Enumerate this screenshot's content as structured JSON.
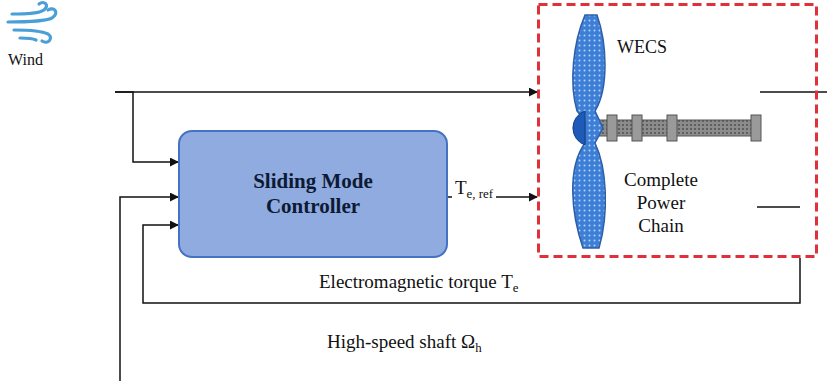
{
  "diagram": {
    "nodes": [
      {
        "text": [
          "Wind"
        ]
      },
      {
        "text": [
          "Sliding Mode Controller"
        ]
      },
      {
        "text": [
          "WECS",
          "Complete Power Chain"
        ]
      }
    ],
    "edges": [
      {
        "from": 0,
        "to": 2,
        "arrow": "to"
      },
      {
        "from": 0,
        "to": 1,
        "arrow": "to"
      },
      {
        "from": 1,
        "to": 2,
        "label": "Te, ref",
        "arrow": "to"
      },
      {
        "from": 2,
        "to": 1,
        "label": "Electromagnetic torque Te",
        "arrow": "to"
      },
      {
        "from": 2,
        "to": 1,
        "label": "High-speed shaft Ωh",
        "arrow": "to"
      }
    ]
  }
}
